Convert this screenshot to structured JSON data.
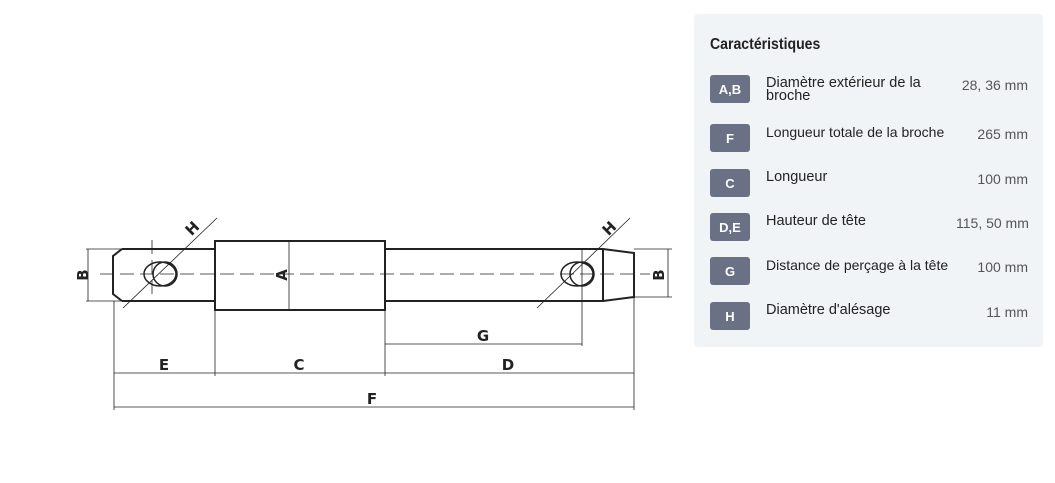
{
  "diagram": {
    "labels": {
      "B_left": "B",
      "H_left": "H",
      "A": "A",
      "H_right": "H",
      "B_right": "B",
      "G": "G",
      "E": "E",
      "C": "C",
      "D": "D",
      "F": "F"
    }
  },
  "panel": {
    "title": "Caractéristiques",
    "rows": [
      {
        "badge": "A,B",
        "name": "Diamètre extérieur de la broche",
        "value": "28, 36 mm"
      },
      {
        "badge": "F",
        "name": "Longueur totale de la broche",
        "value": "265 mm"
      },
      {
        "badge": "C",
        "name": "Longueur",
        "value": "100 mm"
      },
      {
        "badge": "D,E",
        "name": "Hauteur de tête",
        "value": "115, 50 mm"
      },
      {
        "badge": "G",
        "name": "Distance de perçage à la tête",
        "value": "100 mm"
      },
      {
        "badge": "H",
        "name": "Diamètre d'alésage",
        "value": "11 mm"
      }
    ],
    "badge_color": "#6b7184"
  }
}
